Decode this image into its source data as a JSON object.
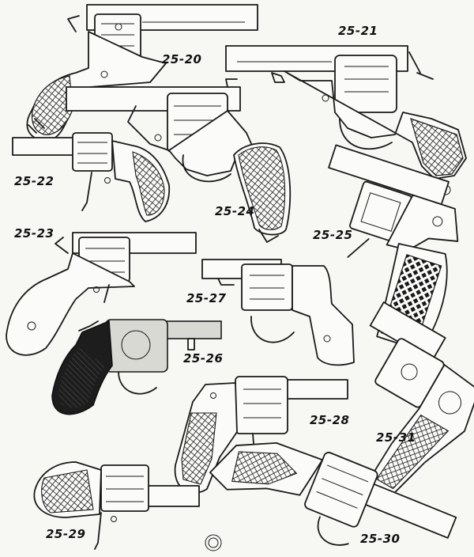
{
  "figures": [
    {
      "id": "fig-25-20",
      "label": "25-20"
    },
    {
      "id": "fig-25-21",
      "label": "25-21"
    },
    {
      "id": "fig-25-22",
      "label": "25-22"
    },
    {
      "id": "fig-25-23",
      "label": "25-23"
    },
    {
      "id": "fig-25-24",
      "label": "25-24"
    },
    {
      "id": "fig-25-25",
      "label": "25-25"
    },
    {
      "id": "fig-25-26",
      "label": "25-26"
    },
    {
      "id": "fig-25-27",
      "label": "25-27"
    },
    {
      "id": "fig-25-28",
      "label": "25-28"
    },
    {
      "id": "fig-25-29",
      "label": "25-29"
    },
    {
      "id": "fig-25-30",
      "label": "25-30"
    },
    {
      "id": "fig-25-31",
      "label": "25-31"
    }
  ],
  "colors": {
    "ink": "#1a1a1a",
    "paper": "#f7f7f4"
  }
}
